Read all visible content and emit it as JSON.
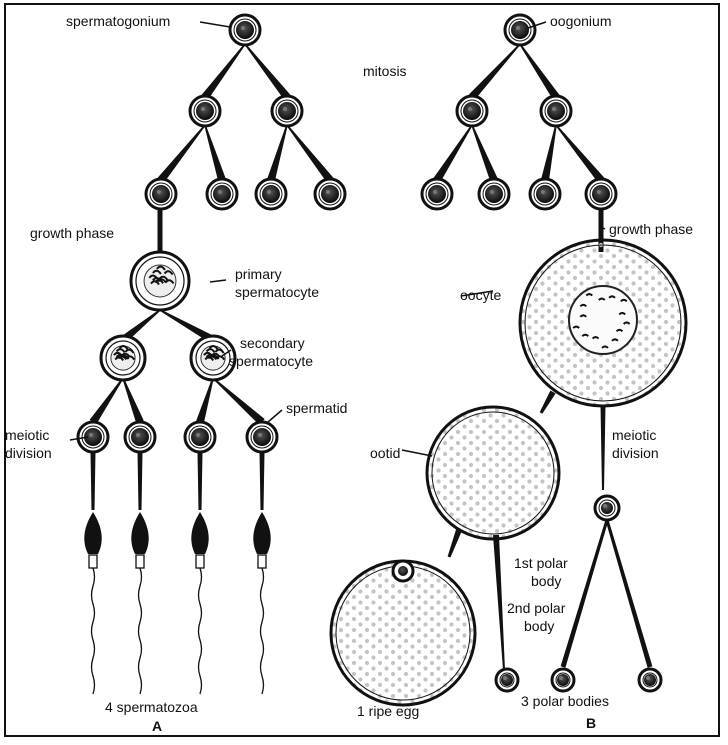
{
  "panels": {
    "a": {
      "letter": "A",
      "labels": {
        "spermatogonium": "spermatogonium",
        "growth_phase": "growth phase",
        "primary_1": "primary",
        "primary_2": "spermatocyte",
        "secondary_1": "secondary",
        "secondary_2": "spermatocyte",
        "spermatid": "spermatid",
        "meiotic_1": "meiotic",
        "meiotic_2": "division",
        "result": "4 spermatozoa"
      }
    },
    "b": {
      "letter": "B",
      "labels": {
        "oogonium": "oogonium",
        "growth_phase": "growth phase",
        "oocyte": "oocyte",
        "ootid": "ootid",
        "meiotic_1": "meiotic",
        "meiotic_2": "division",
        "first_polar_1": "1st polar",
        "first_polar_2": "body",
        "second_polar_1": "2nd polar",
        "second_polar_2": "body",
        "ripe_egg": "1 ripe egg",
        "polar_bodies": "3 polar bodies"
      }
    },
    "shared": {
      "mitosis": "mitosis"
    }
  }
}
